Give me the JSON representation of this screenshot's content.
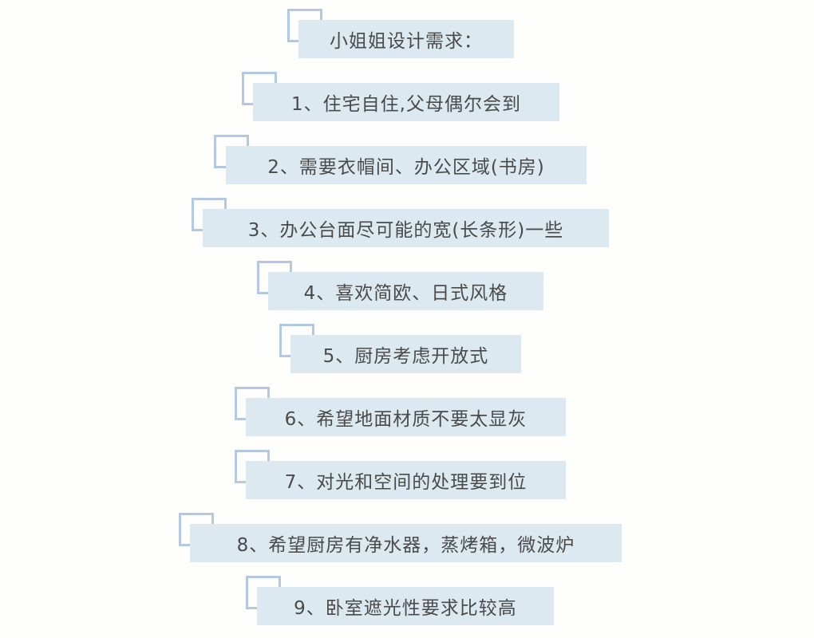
{
  "title": "小姐姐设计需求：",
  "items": [
    {
      "text": "1、住宅自住,父母偶尔会到"
    },
    {
      "text": "2、需要衣帽间、办公区域(书房)"
    },
    {
      "text": "3、办公台面尽可能的宽(长条形)一些"
    },
    {
      "text": "4、喜欢简欧、日式风格"
    },
    {
      "text": "5、厨房考虑开放式"
    },
    {
      "text": "6、希望地面材质不要太显灰"
    },
    {
      "text": "7、对光和空间的处理要到位"
    },
    {
      "text": "8、希望厨房有净水器，蒸烤箱，微波炉"
    },
    {
      "text": "9、卧室遮光性要求比较高"
    }
  ],
  "colors": {
    "box": "#dce9f0",
    "bracket": "#b4c8e4",
    "text": "#4a4a4a"
  }
}
